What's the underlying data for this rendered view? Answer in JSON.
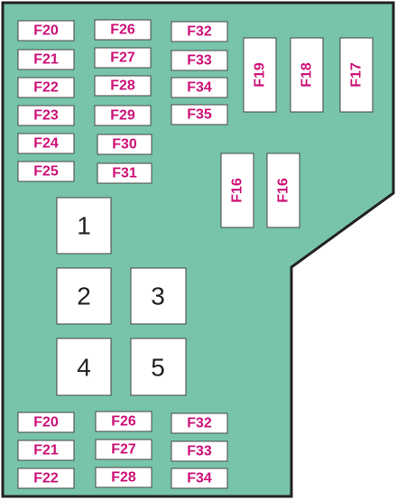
{
  "colors": {
    "board_fill": "#77c4ab",
    "board_stroke": "#222222",
    "fuse_label": "#cc1177",
    "relay_label": "#222222"
  },
  "fuses": [
    {
      "id": "f20-top",
      "label": "F20"
    },
    {
      "id": "f21-top",
      "label": "F21"
    },
    {
      "id": "f22-top",
      "label": "F22"
    },
    {
      "id": "f23",
      "label": "F23"
    },
    {
      "id": "f24",
      "label": "F24"
    },
    {
      "id": "f25",
      "label": "F25"
    },
    {
      "id": "f26-top",
      "label": "F26"
    },
    {
      "id": "f27-top",
      "label": "F27"
    },
    {
      "id": "f28-top",
      "label": "F28"
    },
    {
      "id": "f29",
      "label": "F29"
    },
    {
      "id": "f30",
      "label": "F30"
    },
    {
      "id": "f31",
      "label": "F31"
    },
    {
      "id": "f32-top",
      "label": "F32"
    },
    {
      "id": "f33-top",
      "label": "F33"
    },
    {
      "id": "f34-top",
      "label": "F34"
    },
    {
      "id": "f35",
      "label": "F35"
    },
    {
      "id": "f19",
      "label": "F19"
    },
    {
      "id": "f18",
      "label": "F18"
    },
    {
      "id": "f17",
      "label": "F17"
    },
    {
      "id": "f16-left",
      "label": "F16"
    },
    {
      "id": "f16-right",
      "label": "F16"
    },
    {
      "id": "f20-bottom",
      "label": "F20"
    },
    {
      "id": "f21-bottom",
      "label": "F21"
    },
    {
      "id": "f22-bottom",
      "label": "F22"
    },
    {
      "id": "f26-bottom",
      "label": "F26"
    },
    {
      "id": "f27-bottom",
      "label": "F27"
    },
    {
      "id": "f28-bottom",
      "label": "F28"
    },
    {
      "id": "f32-bottom",
      "label": "F32"
    },
    {
      "id": "f33-bottom",
      "label": "F33"
    },
    {
      "id": "f34-bottom",
      "label": "F34"
    }
  ],
  "relays": [
    {
      "id": "relay-1",
      "label": "1"
    },
    {
      "id": "relay-2",
      "label": "2"
    },
    {
      "id": "relay-3",
      "label": "3"
    },
    {
      "id": "relay-4",
      "label": "4"
    },
    {
      "id": "relay-5",
      "label": "5"
    }
  ]
}
